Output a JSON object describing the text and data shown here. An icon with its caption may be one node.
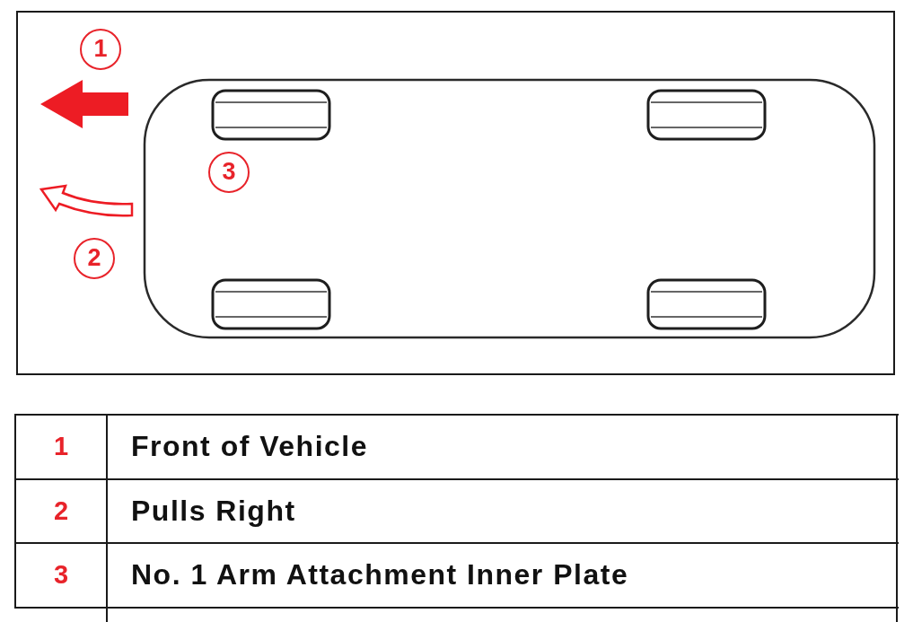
{
  "diagram": {
    "labels": [
      "1",
      "3",
      "2",
      "1",
      "Front of Vehicle",
      "2",
      "Pulls Right",
      "3",
      "No. 1 Arm Attachment Inner Plate"
    ]
  }
}
